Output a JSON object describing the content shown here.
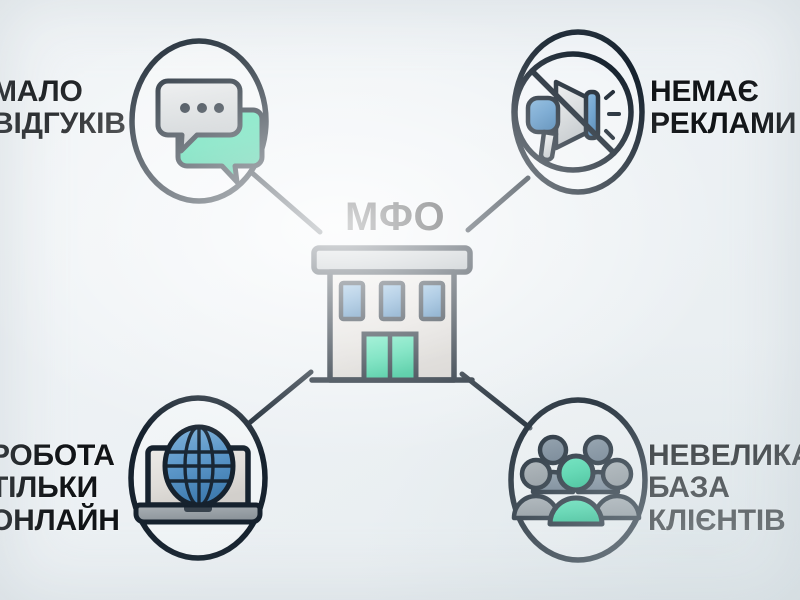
{
  "infographic": {
    "title": "МФО",
    "background_color": "#eef2f5",
    "stroke_color": "#16222e",
    "accent_green": "#3fd6a5",
    "accent_blue": "#5b96c8",
    "accent_gray": "#b9bfc3"
  },
  "center": {
    "label": "МФО",
    "icon": "bank-building-icon"
  },
  "nodes": [
    {
      "id": "reviews",
      "icon": "chat-bubbles-icon",
      "label_lines": [
        "МАЛО",
        "ВІДГУКІВ"
      ],
      "line1": "МАЛО",
      "line2": "ВІДГУКІВ",
      "position": "top-left"
    },
    {
      "id": "ads",
      "icon": "no-megaphone-icon",
      "label_lines": [
        "НЕМАЄ",
        "РЕКЛАМИ"
      ],
      "line1": "НЕМАЄ",
      "line2": "РЕКЛАМИ",
      "position": "top-right"
    },
    {
      "id": "online",
      "icon": "laptop-globe-icon",
      "label_lines": [
        "РОБОТА",
        "ТІЛЬКИ",
        "ОНЛАЙН"
      ],
      "line1": "РОБОТА",
      "line2": "ТІЛЬКИ",
      "line3": "ОНЛАЙН",
      "position": "bottom-left"
    },
    {
      "id": "clients",
      "icon": "people-group-icon",
      "label_lines": [
        "НЕВЕЛИКА",
        "БАЗА",
        "КЛІЄНТІВ"
      ],
      "line1": "НЕВЕЛИКА",
      "line2": "БАЗА",
      "line3": "КЛІЄНТІВ",
      "position": "bottom-right"
    }
  ]
}
